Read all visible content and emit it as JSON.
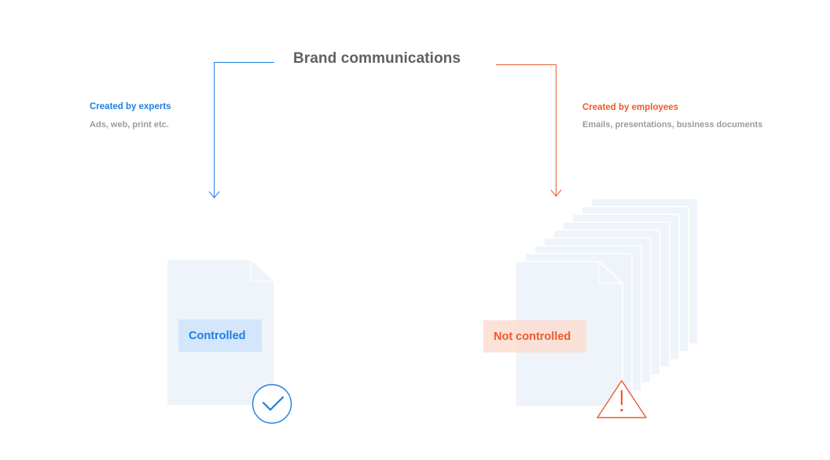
{
  "title": "Brand communications",
  "left": {
    "heading": "Created by experts",
    "subtitle": "Ads, web, print etc.",
    "label": "Controlled",
    "badge_icon": "check-circle-icon"
  },
  "right": {
    "heading": "Created by employees",
    "subtitle": "Emails, presentations, business documents",
    "label": "Not controlled",
    "badge_icon": "warning-triangle-icon"
  },
  "colors": {
    "title": "#5f6063",
    "subtitle": "#9a9ca0",
    "blue": "#1e7fe0",
    "blue_box": "#d3e6fb",
    "orange": "#ee5a2a",
    "orange_box": "#fbddd0",
    "doc_fill": "#eef4fa"
  }
}
